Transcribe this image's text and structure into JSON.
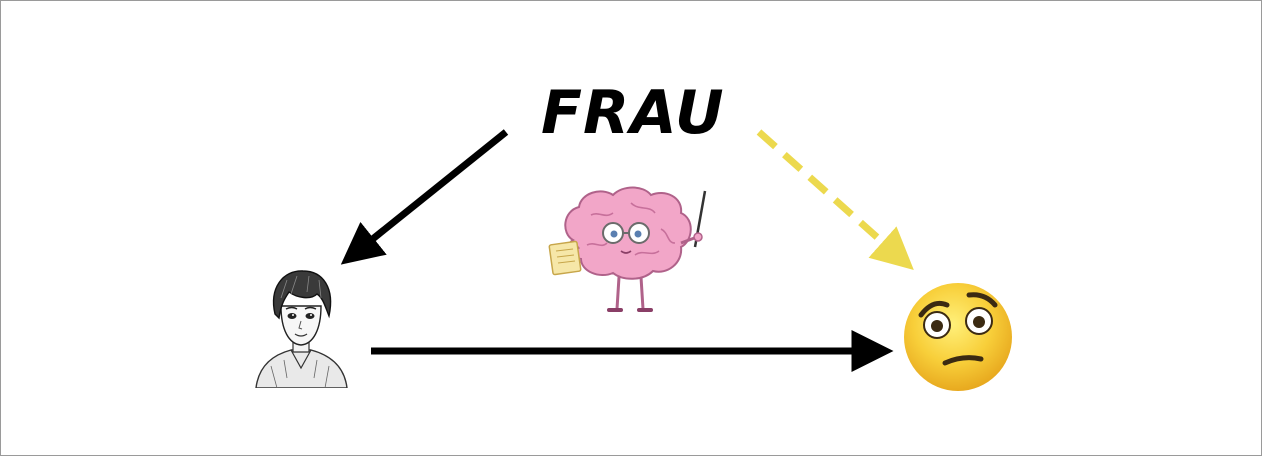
{
  "diagram": {
    "center_word": "FRAU",
    "nodes": {
      "person": "person-illustration",
      "brain": "brain-character-illustration",
      "emoji": "confused-face-emoji"
    },
    "edges": [
      {
        "from": "center_word",
        "to": "person",
        "style": "solid",
        "color": "#000000"
      },
      {
        "from": "center_word",
        "to": "emoji",
        "style": "dashed",
        "color": "#ECD94E"
      },
      {
        "from": "person",
        "to": "emoji",
        "style": "solid",
        "color": "#000000"
      }
    ]
  }
}
